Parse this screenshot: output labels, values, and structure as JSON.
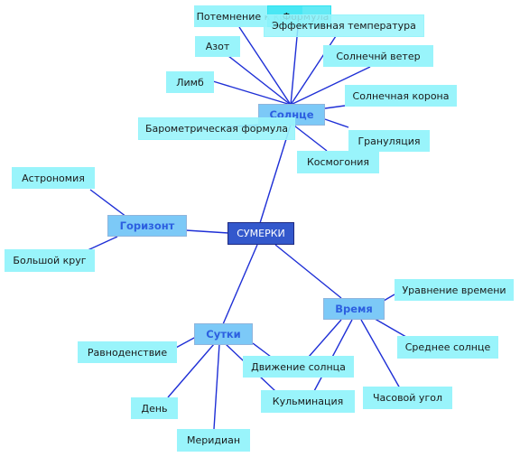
{
  "root": {
    "label": "СУМЕРКИ"
  },
  "branches": {
    "sun": {
      "label": "Солнце"
    },
    "horizon": {
      "label": "Горизонт"
    },
    "day": {
      "label": "Сутки"
    },
    "time": {
      "label": "Время"
    }
  },
  "leaves": {
    "potemnenie": "Потемнение к краю",
    "formula": "Формула",
    "effective_temperature": "Эффективная температура",
    "azot": "Азот",
    "solar_wind": "Солнечнй ветер",
    "limb": "Лимб",
    "solar_corona": "Солнечная корона",
    "barometric_formula": "Барометрическая формула",
    "granulation": "Грануляция",
    "cosmogony": "Космогония",
    "astronomy": "Астрономия",
    "great_circle": "Большой круг",
    "equation_of_time": "Уравнение времени",
    "mean_sun": "Среднее солнце",
    "hour_angle": "Часовой угол",
    "equinox": "Равноденствие",
    "sun_motion": "Движение солнца",
    "culmination": "Кульминация",
    "day_leaf": "День",
    "meridian": "Меридиан"
  },
  "colors": {
    "edge": "#1e2fd6",
    "leaf_fill": "#99f4fb",
    "branch_fill": "#7cc9f7",
    "branch_text": "#2c5fe0",
    "root_fill": "#3358cc"
  }
}
